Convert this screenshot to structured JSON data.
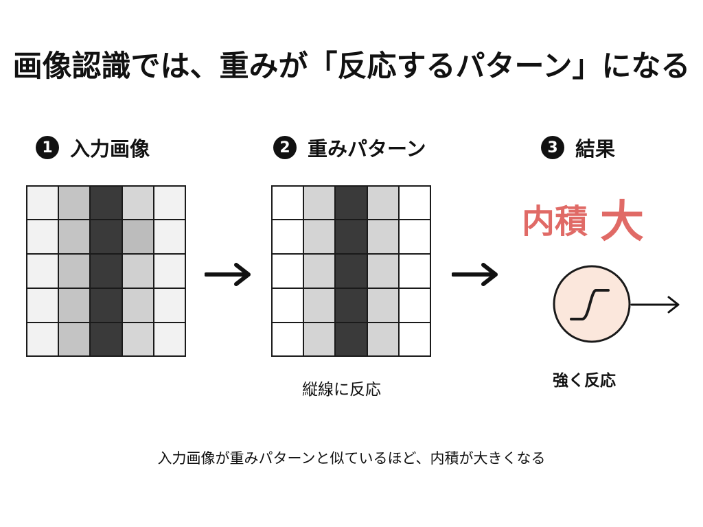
{
  "title": "画像認識では、重みが「反応するパターン」になる",
  "steps": [
    {
      "number": "1",
      "label": "入力画像"
    },
    {
      "number": "2",
      "label": "重みパターン"
    },
    {
      "number": "3",
      "label": "結果"
    }
  ],
  "input_grid": {
    "rows": 5,
    "cols": 5,
    "cells": [
      [
        "#f2f2f2",
        "#c4c4c4",
        "#3a3a3a",
        "#d6d6d6",
        "#f2f2f2"
      ],
      [
        "#f2f2f2",
        "#c4c4c4",
        "#3a3a3a",
        "#bcbcbc",
        "#f2f2f2"
      ],
      [
        "#f2f2f2",
        "#c4c4c4",
        "#3a3a3a",
        "#d0d0d0",
        "#f2f2f2"
      ],
      [
        "#f2f2f2",
        "#c4c4c4",
        "#3a3a3a",
        "#d0d0d0",
        "#f2f2f2"
      ],
      [
        "#f2f2f2",
        "#c4c4c4",
        "#3a3a3a",
        "#d6d6d6",
        "#f2f2f2"
      ]
    ]
  },
  "weight_grid": {
    "rows": 5,
    "cols": 5,
    "cells": [
      [
        "#ffffff",
        "#d4d4d4",
        "#3a3a3a",
        "#d4d4d4",
        "#ffffff"
      ],
      [
        "#ffffff",
        "#d4d4d4",
        "#3a3a3a",
        "#d4d4d4",
        "#ffffff"
      ],
      [
        "#ffffff",
        "#d4d4d4",
        "#3a3a3a",
        "#d4d4d4",
        "#ffffff"
      ],
      [
        "#ffffff",
        "#d4d4d4",
        "#3a3a3a",
        "#d4d4d4",
        "#ffffff"
      ],
      [
        "#ffffff",
        "#d4d4d4",
        "#3a3a3a",
        "#d4d4d4",
        "#ffffff"
      ]
    ]
  },
  "weight_caption": "縦線に反応",
  "result": {
    "label": "内積",
    "strength": "大",
    "caption": "強く反応"
  },
  "bottom_note": "入力画像が重みパターンと似ているほど、内積が大きくなる",
  "colors": {
    "text": "#111111",
    "accent": "#e06a66",
    "neuron_fill": "#fbe7dc",
    "neuron_stroke": "#1a1a1a",
    "grid_line": "#1a1a1a"
  },
  "icons": {
    "arrow": "right-arrow-icon",
    "activation": "sigmoid-curve-icon"
  }
}
